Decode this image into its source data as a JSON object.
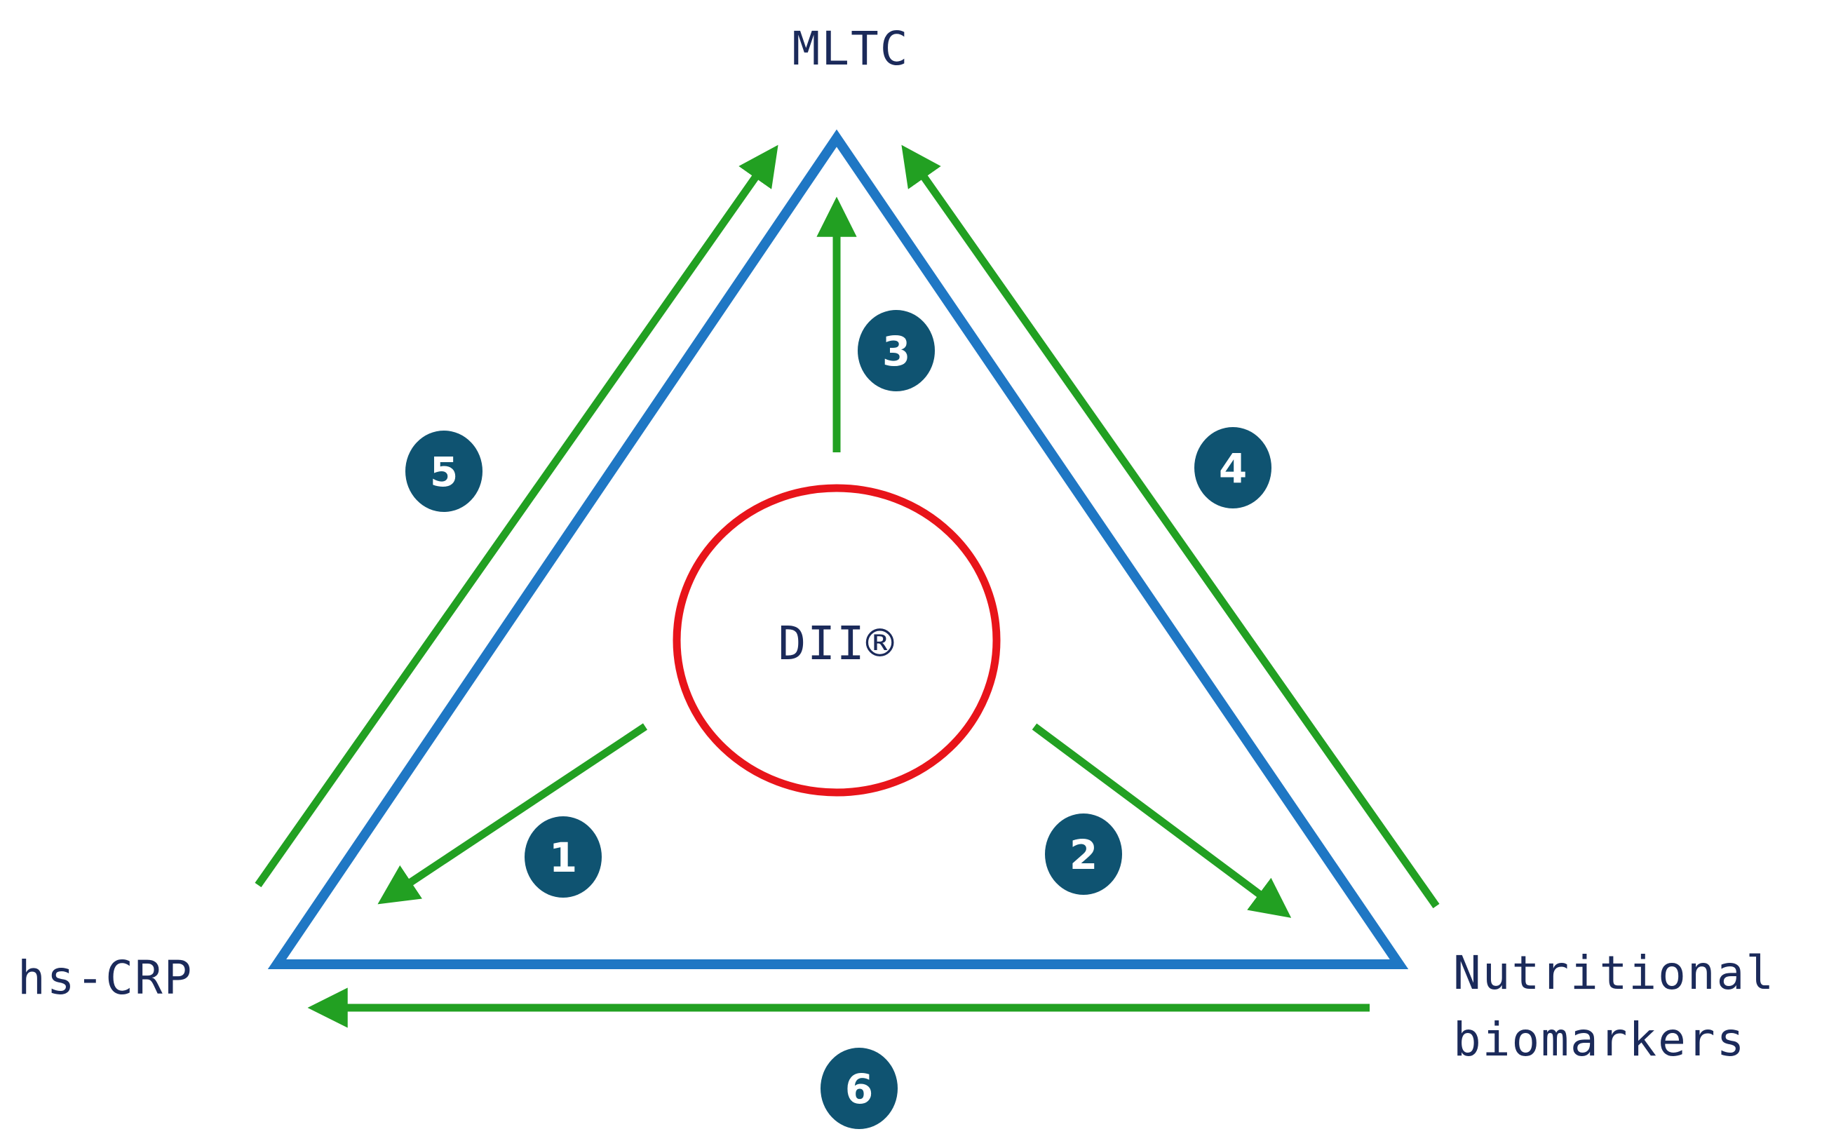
{
  "labels": {
    "top": "MLTC",
    "center": "DII®",
    "left": "hs-CRP",
    "right_line1": "Nutritional",
    "right_line2": "biomarkers"
  },
  "badges": {
    "b1": "1",
    "b2": "2",
    "b3": "3",
    "b4": "4",
    "b5": "5",
    "b6": "6"
  },
  "colors": {
    "triangle": "#1f77c4",
    "circle": "#e8141a",
    "arrow": "#22a022",
    "badge_fill": "#0f5371",
    "badge_text": "#ffffff",
    "label_text": "#1b2a5a"
  }
}
